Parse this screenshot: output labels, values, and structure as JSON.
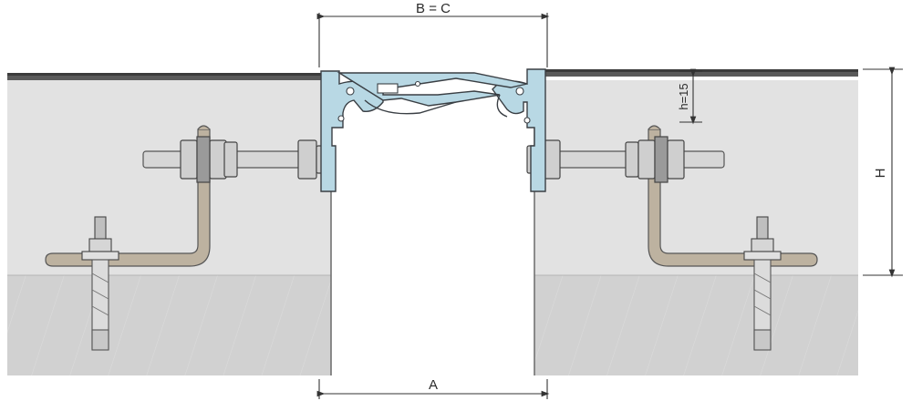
{
  "labels": {
    "width_top": "B = C",
    "width_bottom": "A",
    "profile_height": "h=15",
    "total_height": "H"
  },
  "colors": {
    "profile_fill": "#b8d8e4",
    "profile_stroke": "#3a3f44",
    "screed": "#e2e2e2",
    "concrete": "#d1d1d1",
    "anchor_bar": "#bdb2a0",
    "bolt": "#d8d8d8",
    "floor_cover": "#4a4a4a"
  },
  "icons": [
    "hex-nut-icon",
    "anchor-bolt-icon",
    "threaded-rod-icon"
  ]
}
